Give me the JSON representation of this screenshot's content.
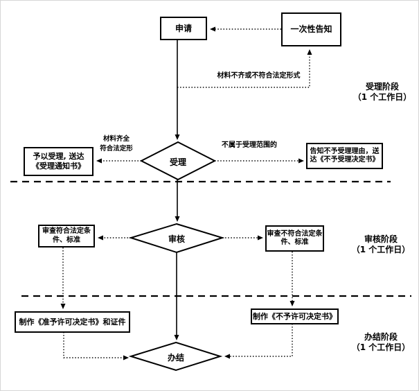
{
  "nodes": {
    "apply": "申请",
    "one_time_notice": "一次性告知",
    "accept": "受理",
    "grant_line1": "予以受理, 送达",
    "grant_line2": "《受理通知书》",
    "reject_line1": "告知不予受理理由，送",
    "reject_line2": "达《不予受理决定书》",
    "review": "审核",
    "pass_line1": "审查符合法定条",
    "pass_line2": "件、标准",
    "fail_line1": "审查不符合法定条",
    "fail_line2": "件、标准",
    "permit": "制作《准予许可决定书》和证件",
    "denial": "制作《不予许可决定书》",
    "complete": "办结"
  },
  "edge_labels": {
    "incomplete": "材料不齐或不符合法定形式",
    "ok_line1": "材料齐全",
    "ok_line2": "符合法定形",
    "out_of_scope": "不属于受理范围的"
  },
  "stages": {
    "accept_line1": "受理阶段",
    "accept_line2": "（1 个工作日）",
    "review_line1": "审核阶段",
    "review_line2": "（1 个工作日）",
    "complete_line1": "办结阶段",
    "complete_line2": "（1 个工作日）"
  },
  "colors": {
    "line": "#000000",
    "node_fill": "#ffffff",
    "background": "#ffffff",
    "frame_border": "#d6d6d6"
  }
}
